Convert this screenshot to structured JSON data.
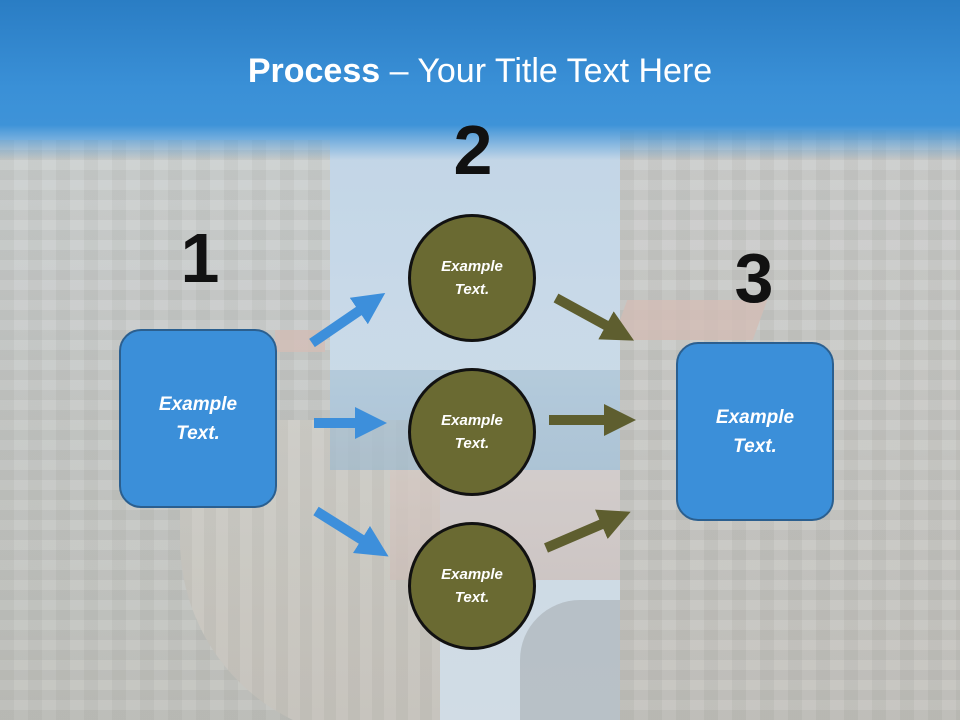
{
  "title": {
    "bold": "Process",
    "rest": " – Your Title Text Here"
  },
  "steps": {
    "one": "1",
    "two": "2",
    "three": "3"
  },
  "left_box": {
    "line1": "Example",
    "line2": "Text."
  },
  "circles": [
    {
      "line1": "Example",
      "line2": "Text."
    },
    {
      "line1": "Example",
      "line2": "Text."
    },
    {
      "line1": "Example",
      "line2": "Text."
    }
  ],
  "right_box": {
    "line1": "Example",
    "line2": "Text."
  },
  "colors": {
    "title_band": "#3a90d7",
    "box_fill": "#3b8fd9",
    "circle_fill": "#6a6a32",
    "blue_arrow": "#3d8fdb",
    "olive_arrow": "#5e5e2f"
  }
}
